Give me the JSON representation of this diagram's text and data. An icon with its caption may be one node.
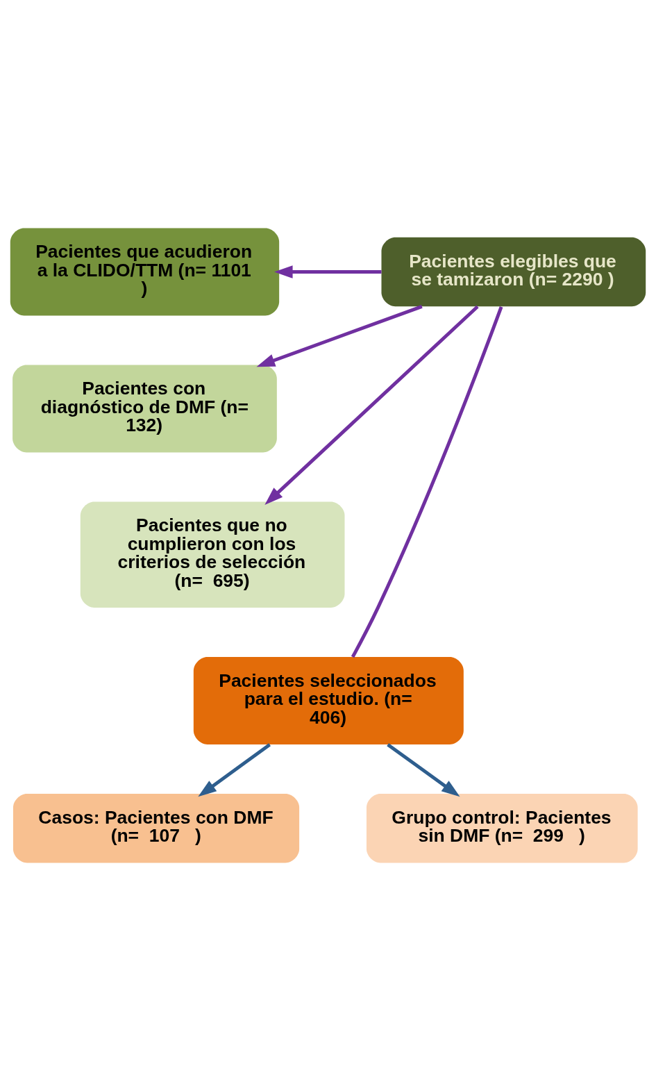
{
  "diagram": {
    "nodes": [
      {
        "text": [
          "Pacientes elegibles que se tamizaron (n= 2290 )"
        ]
      },
      {
        "text": [
          "Pacientes que acudieron a la CLIDO/TTM (n= 1101 )"
        ]
      },
      {
        "text": [
          "Pacientes con diagnóstico de DMF (n= 132)"
        ]
      },
      {
        "text": [
          "Pacientes que no cumplieron con los criterios de selección (n=  695)"
        ]
      },
      {
        "text": [
          "Pacientes seleccionados para el estudio. (n= 406)"
        ]
      },
      {
        "text": [
          "Casos: Pacientes con DMF (n=  107   )"
        ]
      },
      {
        "text": [
          "Grupo control: Pacientes sin DMF (n=  299   )"
        ]
      }
    ],
    "edges": [
      {
        "from": 0,
        "to": 1,
        "arrow": "to"
      },
      {
        "from": 0,
        "to": 2,
        "arrow": "to"
      },
      {
        "from": 0,
        "to": 3,
        "arrow": "to"
      },
      {
        "from": 0,
        "to": 4,
        "arrow": "none"
      },
      {
        "from": 4,
        "to": 5,
        "arrow": "to",
        "color": "#2e5e8e"
      },
      {
        "from": 4,
        "to": 6,
        "arrow": "to",
        "color": "#2e5e8e"
      }
    ]
  }
}
